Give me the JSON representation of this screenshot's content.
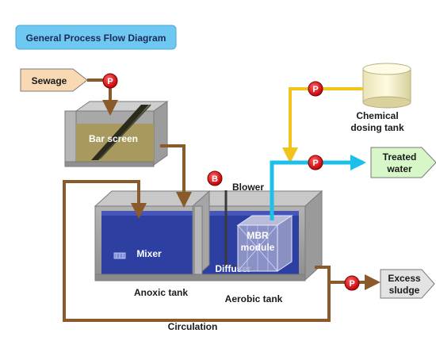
{
  "title": "General Process Flow Diagram",
  "inputs": {
    "sewage": "Sewage"
  },
  "units": {
    "bar_screen": "Bar screen",
    "mixer": "Mixer",
    "diffuser": "Diffuser",
    "mbr_line1": "MBR",
    "mbr_line2": "module",
    "blower": "Blower",
    "anoxic_tank": "Anoxic tank",
    "aerobic_tank": "Aerobic tank",
    "chemical_line1": "Chemical",
    "chemical_line2": "dosing tank",
    "circulation": "Circulation"
  },
  "outputs": {
    "treated_line1": "Treated",
    "treated_line2": "water",
    "sludge_line1": "Excess",
    "sludge_line2": "sludge"
  },
  "symbols": {
    "pump": "P",
    "blower": "B"
  },
  "colors": {
    "title_bg": "#6fc8f2",
    "sewage_tag": "#f9d9b4",
    "treated_tag": "#d8f7c8",
    "sludge_tag": "#e3e3e3",
    "pipe_brown": "#8b5a2b",
    "pipe_yellow": "#f2c31b",
    "pipe_cyan": "#1cc0ea",
    "water": "#2d3fa0",
    "pump_red": "#e0141b"
  }
}
